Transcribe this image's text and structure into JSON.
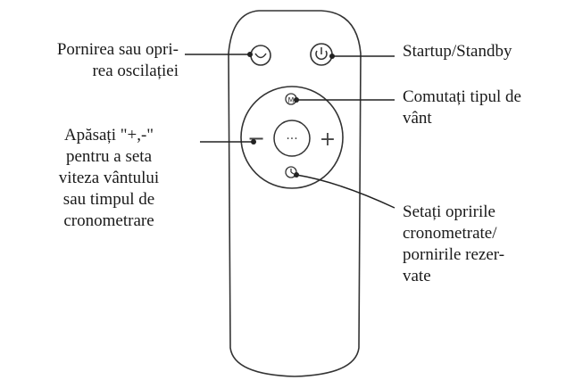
{
  "labels": {
    "oscillation": [
      "Pornirea sau opri-",
      "rea oscilației"
    ],
    "speed_timer": [
      "Apăsați \"+,-\"",
      "pentru a seta",
      "viteza vântului",
      "sau timpul de",
      "cronometrare"
    ],
    "power": [
      "Startup/Standby"
    ],
    "wind_type": [
      "Comutați tipul de",
      "vânt"
    ],
    "timer": [
      "Setați opririle",
      "cronometrate/",
      "pornirile rezer-",
      "vate"
    ]
  },
  "remote": {
    "mode_symbol": "M",
    "minus_symbol": "−",
    "plus_symbol": "+",
    "center_symbol": "···"
  }
}
